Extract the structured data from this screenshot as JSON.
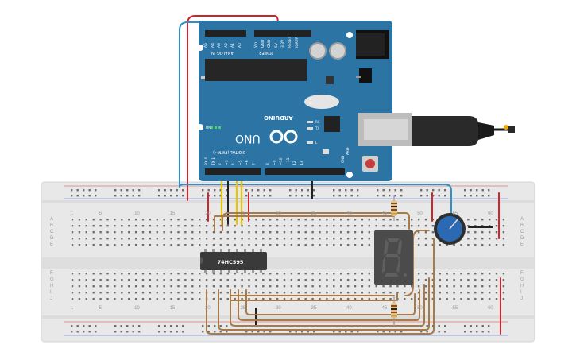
{
  "arduino": {
    "model": "UNO",
    "brand": "ARDUINO",
    "analog_header": "ANALOG IN",
    "power_header": "POWER",
    "digital_header": "DIGITAL (PWM~)",
    "on_label": "ON",
    "tx_label": "TX",
    "rx_label": "RX",
    "l_label": "L",
    "aref_label": "AREF",
    "gnd_label": "GND",
    "analog_pins": [
      "A5",
      "A4",
      "A3",
      "A2",
      "A1",
      "A0"
    ],
    "power_pins": [
      "Vin",
      "GND",
      "GND",
      "5V",
      "3.3V",
      "RESET",
      "IOREF"
    ],
    "digital_pins": [
      "RX 0",
      "TX 1",
      "2",
      "~3",
      "4",
      "~5",
      "~6",
      "7",
      "8",
      "~9",
      "~10",
      "~11",
      "12",
      "13"
    ]
  },
  "breadboard": {
    "row_letters_top": [
      "A",
      "B",
      "C",
      "D",
      "E"
    ],
    "row_letters_bottom": [
      "F",
      "G",
      "H",
      "I",
      "J"
    ],
    "column_numbers": [
      "1",
      "5",
      "10",
      "15",
      "20",
      "25",
      "30",
      "35",
      "40",
      "45",
      "50",
      "55",
      "60"
    ]
  },
  "ic": {
    "label": "74HC595"
  },
  "display": {
    "digit": "8"
  },
  "colors": {
    "arduino": "#2b74a3",
    "breadboard": "#e6e6e6",
    "wire_red": "#d1242a",
    "wire_blue": "#2f8fc7",
    "wire_yellow": "#e8c400",
    "wire_brown": "#a87a48",
    "wire_black": "#222222"
  }
}
